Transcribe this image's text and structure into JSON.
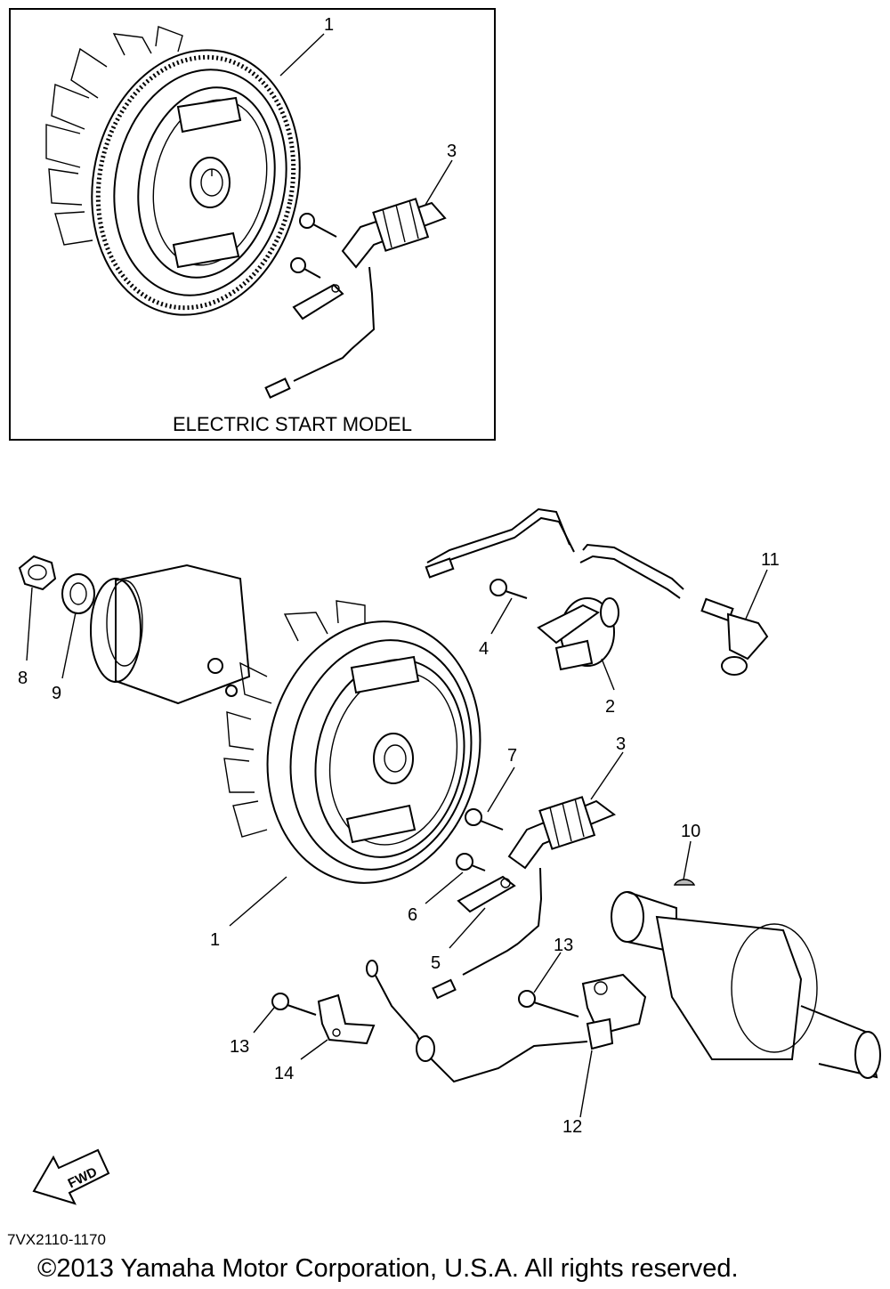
{
  "inset": {
    "title": "ELECTRIC START MODEL"
  },
  "callouts": {
    "inset_1": "1",
    "inset_3": "3",
    "p1": "1",
    "p2": "2",
    "p3": "3",
    "p4": "4",
    "p5": "5",
    "p6": "6",
    "p7": "7",
    "p8": "8",
    "p9": "9",
    "p10": "10",
    "p11": "11",
    "p12": "12",
    "p13a": "13",
    "p13b": "13",
    "p14": "14"
  },
  "fwd_label": "FWD",
  "diagram_code": "7VX2110-1170",
  "copyright": "©2013 Yamaha Motor Corporation, U.S.A. All rights reserved."
}
